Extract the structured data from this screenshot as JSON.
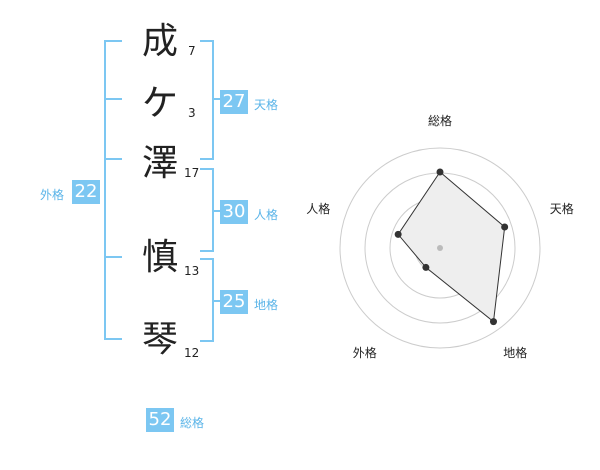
{
  "name": {
    "chars": [
      {
        "char": "成",
        "strokes": "7"
      },
      {
        "char": "ケ",
        "strokes": "3"
      },
      {
        "char": "澤",
        "strokes": "17"
      },
      {
        "char": "慎",
        "strokes": "13"
      },
      {
        "char": "琴",
        "strokes": "12"
      }
    ]
  },
  "kaku": {
    "tenkaku": {
      "value": "27",
      "label": "天格"
    },
    "jinkaku": {
      "value": "30",
      "label": "人格"
    },
    "chikaku": {
      "value": "25",
      "label": "地格"
    },
    "gaikaku": {
      "value": "22",
      "label": "外格"
    },
    "soukaku": {
      "value": "52",
      "label": "総格"
    }
  },
  "chart_data": {
    "type": "radar",
    "axes": [
      "総格",
      "天格",
      "地格",
      "外格",
      "人格"
    ],
    "values": [
      0.76,
      0.68,
      0.91,
      0.24,
      0.44
    ],
    "max": 1,
    "rings": 4,
    "colors": {
      "fill": "#eeeeee",
      "line": "#333333",
      "ring": "#cccccc",
      "center": "#bbbbbb"
    }
  }
}
